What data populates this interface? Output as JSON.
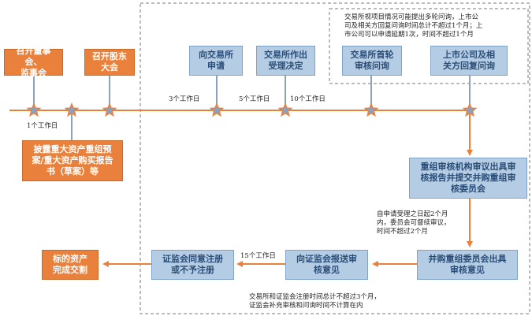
{
  "boxes": {
    "board_meeting": "召开董事会、\n监事会",
    "shareholders_meeting": "召开股东\n大会",
    "apply_exchange": "向交易所\n申请",
    "exchange_accept": "交易所作出\n受理决定",
    "exchange_first_inquiry": "交易所首轮\n审核问询",
    "company_reply": "上市公司及相\n关方回复问询",
    "disclose_plan": "披露重大资产重组预\n案/重大资产购买报告\n书（草案）等",
    "review_opinion": "重组审核机构审议出具审\n核报告并提交并购重组审\n核委员会",
    "committee_opinion": "并购重组委员会出具\n审核意见",
    "submit_csrc": "向证监会报送审\n核意见",
    "csrc_decision": "证监会同意注册\n或不予注册",
    "deliver_assets": "标的资产\n完成交割"
  },
  "labels": {
    "days_1": "1个工作日",
    "days_3": "3个工作日",
    "days_5": "5个工作日",
    "days_10": "10个工作日",
    "days_15": "15个工作日",
    "inquiry_note": "交易所视项目情况可能提出多轮问询，上市公\n司及相关方回复问询时间总计不超过1个月；上\n市公司可以申请延期1次，时间不超过1个月",
    "committee_note": "自申请受理之日起2个月\n内，委员会可督续审议，\n时间不超过2个月",
    "registration_note": "交易所和证监会注册时间总计不超过3个月，\n证监会补充审核和问询时间不计算在内"
  },
  "colors": {
    "orange": "#e9813c",
    "blue_box": "#b5cde4",
    "blue_text": "#2a4d77",
    "arrow": "#e9813c",
    "star_fill": "#8aa2bf",
    "star_stroke": "#e9813c",
    "dash": "#7a7a7a"
  }
}
